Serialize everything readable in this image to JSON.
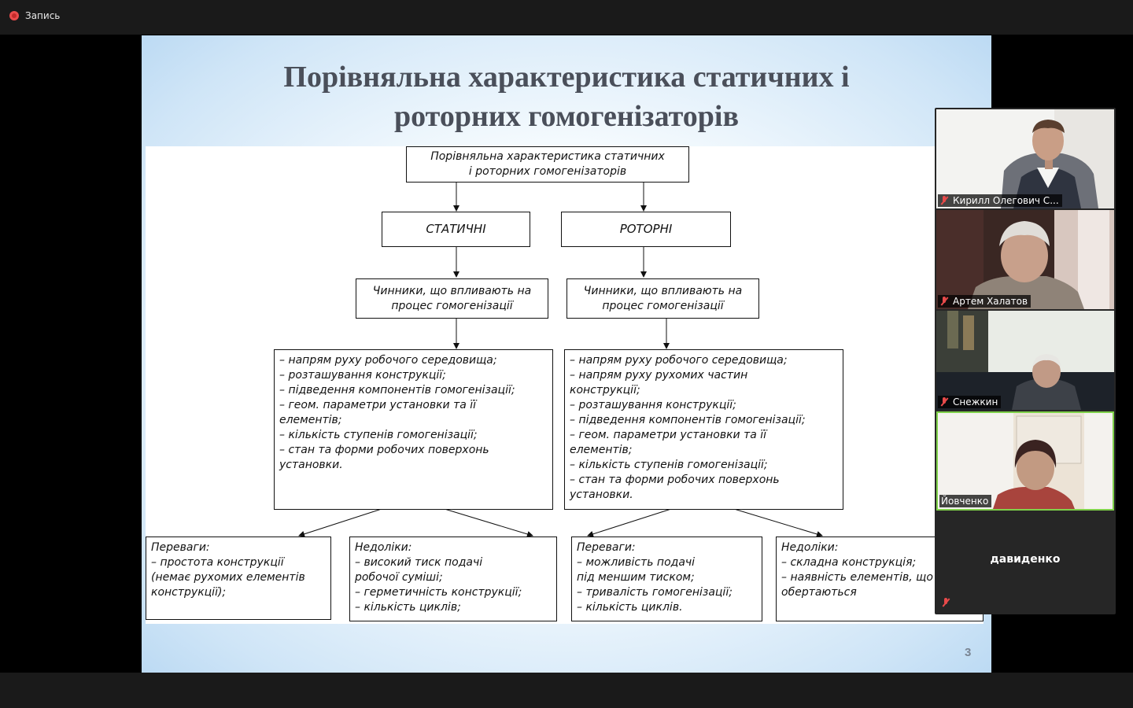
{
  "app": {
    "recording_label": "Запись"
  },
  "slide": {
    "title_line1": "Порівняльна характеристика статичних і",
    "title_line2": "роторних гомогенізаторів",
    "page_number": "3",
    "diagram": {
      "root_line1": "Порівняльна характеристика статичних",
      "root_line2": "і роторних гомогенізаторів",
      "static_label": "СТАТИЧНІ",
      "rotor_label": "РОТОРНІ",
      "static_factors_line1": "Чинники, що впливають на",
      "static_factors_line2": "процес гомогенізації",
      "rotor_factors_line1": "Чинники, що впливають на",
      "rotor_factors_line2": "процес гомогенізації",
      "static_list": [
        "– напрям руху робочого середовища;",
        "– розташування конструкції;",
        "– підведення компонентів гомогенізації;",
        "– геом. параметри установки та її",
        "  елементів;",
        "– кількість ступенів гомогенізації;",
        "– стан та форми робочих поверхонь",
        "   установки."
      ],
      "rotor_list": [
        "– напрям руху робочого середовища;",
        "– напрям руху рухомих частин",
        "  конструкції;",
        "– розташування конструкції;",
        "– підведення компонентів гомогенізації;",
        "– геом. параметри установки та її",
        " елементів;",
        "– кількість ступенів гомогенізації;",
        "– стан та форми робочих поверхонь",
        "  установки."
      ],
      "static_adv": [
        "Переваги:",
        "– простота конструкції",
        "(немає рухомих елементів",
        "конструкції);"
      ],
      "static_dis": [
        "Недоліки:",
        "– високий тиск подачі",
        "   робочої суміші;",
        "– герметичність конструкції;",
        "– кількість циклів;"
      ],
      "rotor_adv": [
        "Переваги:",
        "– можливість подачі",
        "під меншим тиском;",
        "– тривалість гомогенізації;",
        "– кількість циклів."
      ],
      "rotor_dis": [
        "Недоліки:",
        "– складна конструкція;",
        "– наявність елементів, що",
        "обертаються"
      ]
    }
  },
  "participants": [
    {
      "name": "Кирилл Олегович С...",
      "muted": true
    },
    {
      "name": "Артем Халатов",
      "muted": true
    },
    {
      "name": "Снежкин",
      "muted": true
    },
    {
      "name": "Йовченко",
      "muted": false,
      "active_speaker": true
    },
    {
      "name": "давиденко",
      "muted": true,
      "video": false
    }
  ]
}
